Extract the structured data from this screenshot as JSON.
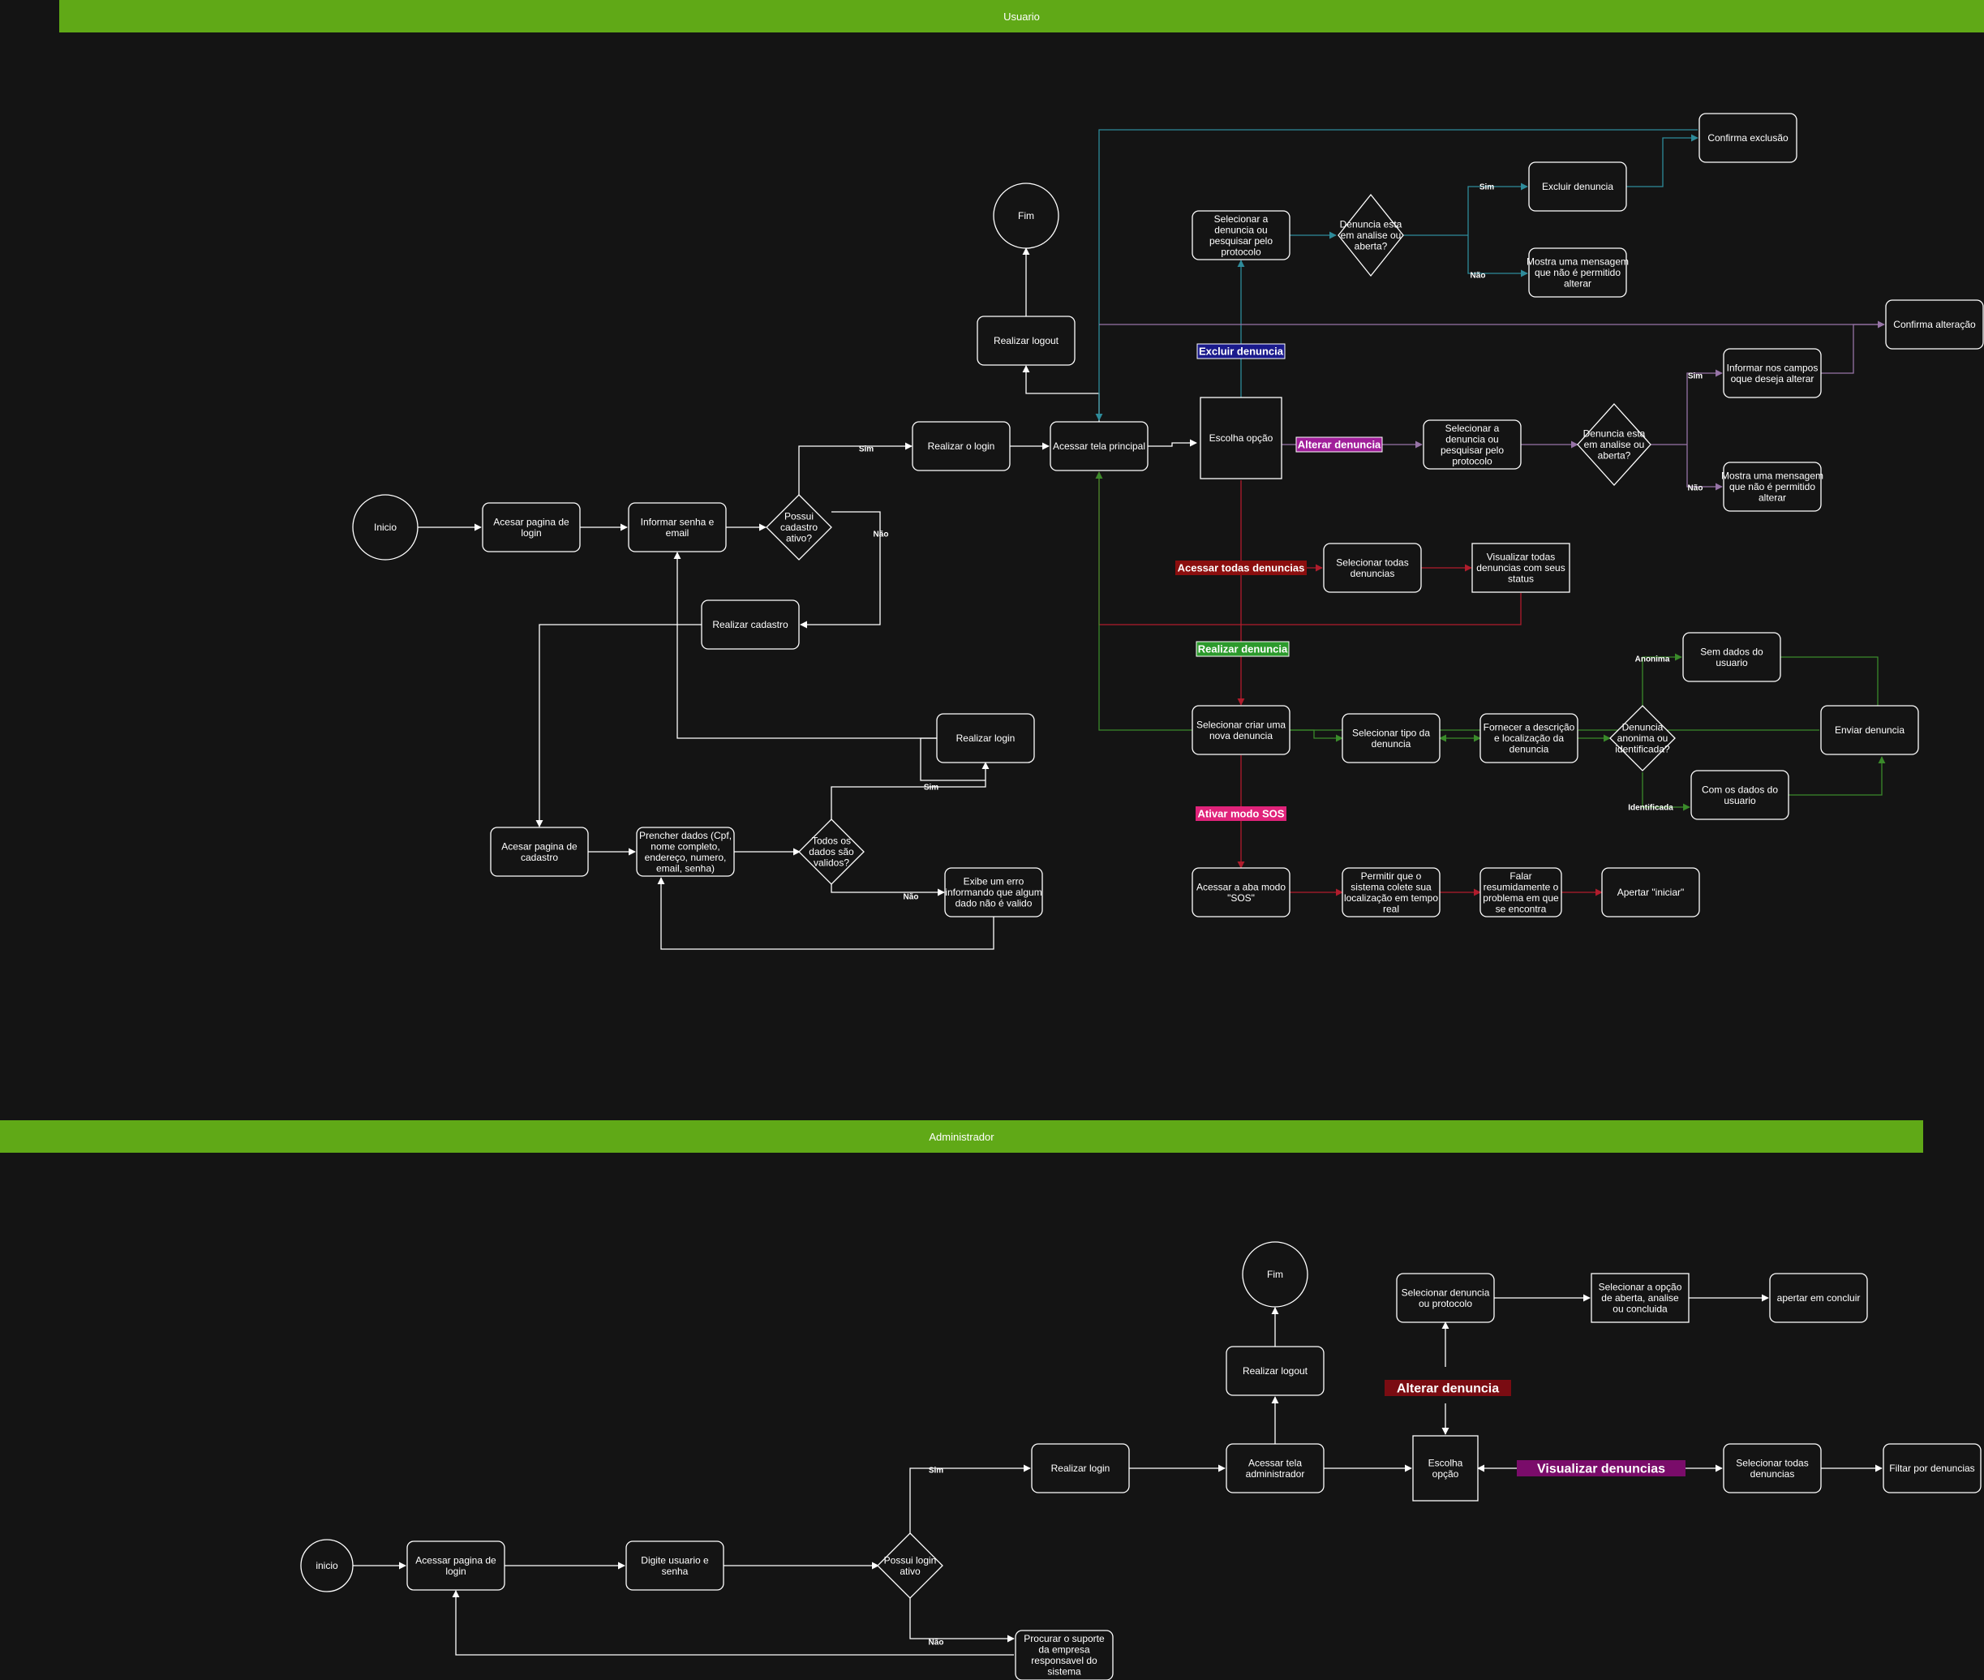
{
  "colors": {
    "background": "#141414",
    "lane": "#60a917",
    "white": "#ffffff",
    "teal": "#2e8b9a",
    "purple": "#9673a6",
    "red": "#b01c2c",
    "green": "#3a8a2a",
    "pink": "#e22a8a",
    "badge_excluir": "#1a1a8c",
    "badge_alterar": "#a01e9a",
    "badge_acessar": "#8b0e0e",
    "badge_realizar": "#2c9a2c",
    "badge_sos": "#e0237a",
    "badge_admin_alterar": "#7a0c12",
    "badge_admin_visualizar": "#7a0c6a"
  },
  "lanes": {
    "usuario": "Usuario",
    "administrador": "Administrador"
  },
  "nodes": {
    "u_inicio": "Inicio",
    "u_acesar_login": "Acesar pagina de login",
    "u_informar_senha": "Informar senha e email",
    "u_possui_cadastro": "Possui cadastro ativo?",
    "u_realizar_o_login": "Realizar o login",
    "u_acessar_tela": "Acessar tela principal",
    "u_escolha": "Escolha opção",
    "u_realizar_logout": "Realizar logout",
    "u_fim": "Fim",
    "u_realizar_cadastro": "Realizar cadastro",
    "u_acesar_cadastro": "Acesar pagina de cadastro",
    "u_prencher": "Prencher dados (Cpf, nome completo, endereço, numero, email, senha)",
    "u_todos_validos": "Todos os dados são validos?",
    "u_realizar_login2": "Realizar login",
    "u_exibe_erro": "Exibe um erro informando que algum dado não é valido",
    "u_sel_excluir": "Selecionar a denuncia ou pesquisar pelo protocolo",
    "u_dec_excluir": "Denuncia esta em analise ou aberta?",
    "u_excluir": "Excluir denuncia",
    "u_msg_excluir": "Mostra uma mensagem que não é permitido alterar",
    "u_confirma_exclusao": "Confirma exclusão",
    "u_sel_alterar": "Selecionar a denuncia ou pesquisar pelo protocolo",
    "u_dec_alterar": "Denuncia esta em analise ou aberta?",
    "u_informar_campos": "Informar nos campos oque deseja alterar",
    "u_msg_alterar": "Mostra uma mensagem que não é permitido alterar",
    "u_confirma_alteracao": "Confirma alteração",
    "u_sel_todas": "Selecionar todas denuncias",
    "u_visualizar_todas": "Visualizar todas denuncias com seus status",
    "u_sel_criar": "Selecionar criar uma nova denuncia",
    "u_sel_tipo": "Selecionar tipo da denuncia",
    "u_fornecer": "Fornecer a descrição e localização da denuncia",
    "u_dec_anonima": "Denuncia anonima ou identificada?",
    "u_sem_dados": "Sem dados do usuario",
    "u_com_dados": "Com os dados do usuario",
    "u_enviar": "Enviar denuncia",
    "u_aba_sos": "Acessar a aba modo \"SOS\"",
    "u_permitir": "Permitir que o sistema colete sua localização em tempo real",
    "u_falar": "Falar resumidamente o problema em que se encontra",
    "u_apertar_iniciar": "Apertar \"iniciar\"",
    "a_inicio": "inicio",
    "a_acessar_login": "Acessar pagina de login",
    "a_digite": "Digite usuario e senha",
    "a_possui_login": "Possui login ativo",
    "a_realizar_login": "Realizar login",
    "a_acessar_tela": "Acessar tela administrador",
    "a_escolha": "Escolha opção",
    "a_realizar_logout": "Realizar logout",
    "a_fim": "Fim",
    "a_sel_denuncia": "Selecionar denuncia ou protocolo",
    "a_sel_opcao": "Selecionar a opção de aberta, analise ou concluida",
    "a_apertar_concluir": "apertar em concluir",
    "a_sel_todas": "Selecionar todas denuncias",
    "a_filtar": "Filtar por denuncias",
    "a_procurar": "Procurar o suporte da empresa responsavel do sistema"
  },
  "edge_labels": {
    "sim_cadastro": "Sim",
    "nao_cadastro": "Não",
    "sim_validos": "Sim",
    "nao_validos": "Não",
    "sim_excluir": "Sim",
    "nao_excluir": "Não",
    "sim_alterar": "Sim",
    "nao_alterar": "Não",
    "anonima": "Anonima",
    "identificada": "Identificada",
    "sim_admin": "Sim",
    "nao_admin": "Não"
  },
  "badges": {
    "excluir": "Excluir denuncia",
    "alterar": "Alterar denuncia",
    "acessar_todas": "Acessar todas denuncias",
    "realizar": "Realizar denuncia",
    "sos": "Ativar modo SOS",
    "admin_alterar": "Alterar denuncia",
    "admin_visualizar": "Visualizar denuncias"
  }
}
